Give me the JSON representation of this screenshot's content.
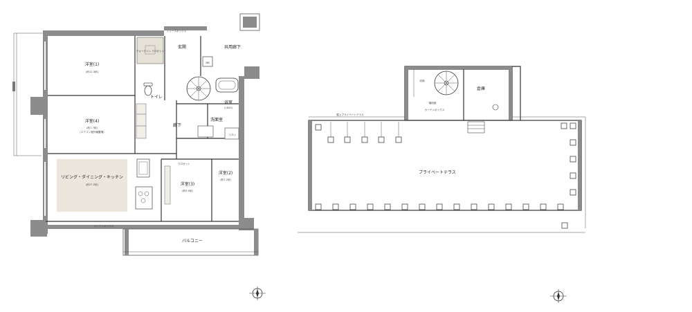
{
  "colors": {
    "living_highlight": "#ece6dc",
    "closet_fill": "#e6e1d6",
    "wall": "#8c8c8c",
    "line": "#333333"
  },
  "icons": [
    "compass-icon",
    "spiral-stair-icon",
    "bathtub-icon",
    "toilet-icon",
    "stove-icon",
    "sink-icon"
  ],
  "main_floor": {
    "labels": {
      "western_room_1": "洋室(1)",
      "western_room_1_size": "(約12.3帖)",
      "western_room_4": "洋室(4)",
      "western_room_4_size": "(約7.7帖)",
      "western_room_4_note": "(エアコン室外機置場)",
      "ldk": "リビング・ダイニング・キッチン",
      "ldk_size": "(約27.2帖)",
      "western_room_3": "洋室(3)",
      "western_room_3_size": "(約5.0帖)",
      "western_room_2": "洋室(2)",
      "western_room_2_size": "(約7.2帖)",
      "entrance": "玄関",
      "shared_hall": "共用廊下",
      "toilet": "トイレ",
      "washroom": "洗面室",
      "bath": "浴室",
      "hallway": "廊下",
      "balcony": "バルコニー",
      "walk_in_closet": "ウォークイン クロゼット",
      "shoe_closet": "シューズボックス",
      "mb": "MB",
      "linen": "リネン",
      "closet": "クロゼット",
      "bath_size": "(1620)",
      "curtain_box": "カーテンボックス"
    }
  },
  "roof_floor": {
    "labels": {
      "private_terrace": "プライベートテラス",
      "storage": "倉庫",
      "stair_room": "階段室",
      "storage_room": "収納",
      "terrace_note": "屋上プライベートテラス",
      "curtain_box": "カーテンボックス"
    }
  }
}
